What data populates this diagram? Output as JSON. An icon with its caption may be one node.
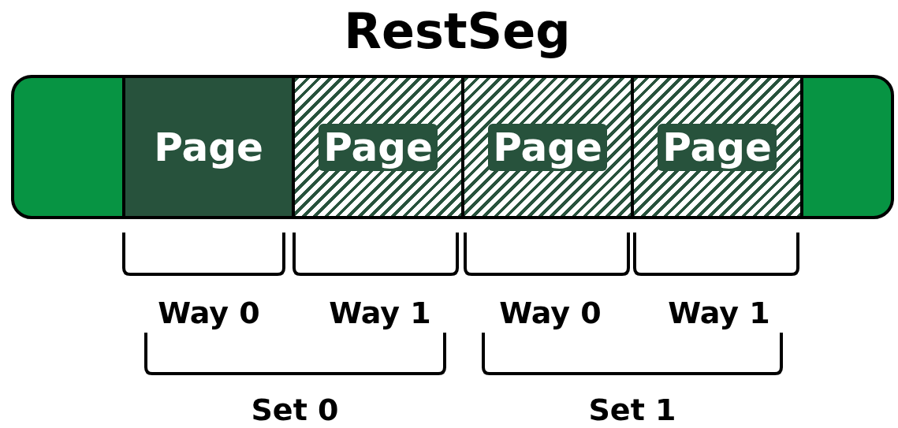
{
  "diagram": {
    "title": "RestSeg",
    "nodes": [
      {
        "text": [],
        "shape": "bar"
      },
      {
        "text": [
          "Page"
        ],
        "in": 0
      },
      {
        "text": [
          "Page"
        ],
        "in": 0
      },
      {
        "text": [
          "Page"
        ],
        "in": 0
      },
      {
        "text": [
          "Page"
        ],
        "in": 0
      }
    ],
    "labels": [
      "Way 0",
      "Way 1",
      "Way 0",
      "Way 1",
      "Set 0",
      "Set 1"
    ]
  }
}
